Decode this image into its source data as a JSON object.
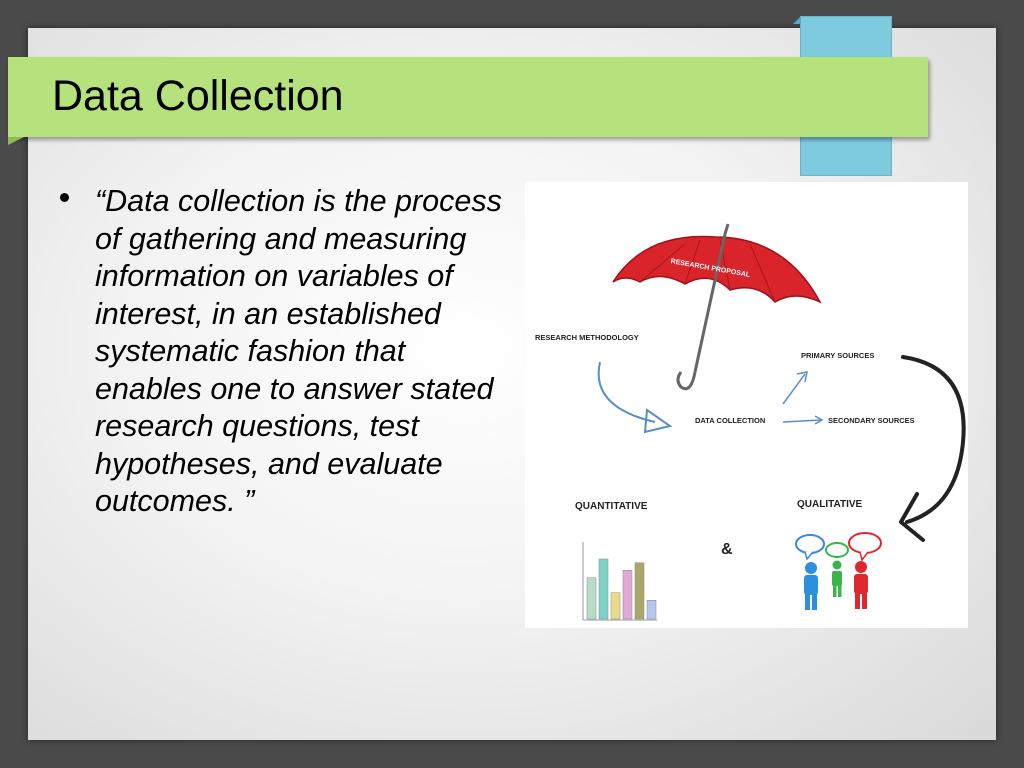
{
  "slide": {
    "title": "Data Collection",
    "bullet_text": "“Data collection is the process of gathering and measuring information on variables of interest, in an established systematic fashion that enables one to answer stated research questions, test hypotheses, and evaluate outcomes. ”"
  },
  "figure": {
    "umbrella_label": "RESEARCH PROPOSAL",
    "research_methodology": "RESEARCH METHODOLOGY",
    "primary_sources": "PRIMARY SOURCES",
    "data_collection": "DATA COLLECTION",
    "secondary_sources": "SECONDARY SOURCES",
    "quantitative": "QUANTITATIVE",
    "ampersand": "&",
    "qualitative": "QUALITATIVE",
    "colors": {
      "umbrella": "#d9242b",
      "arrow_blue": "#5a8fc4",
      "bar_colors": [
        "#b9dcc7",
        "#7dd2c8",
        "#e8dc8a",
        "#e3a9d6",
        "#a8a868",
        "#b7c6ea"
      ],
      "person_colors": [
        "#2d8fe0",
        "#3bb54a",
        "#e0262e"
      ]
    },
    "mini_bar_levels": [
      0.55,
      0.8,
      0.35,
      0.65,
      0.75,
      0.25
    ]
  }
}
